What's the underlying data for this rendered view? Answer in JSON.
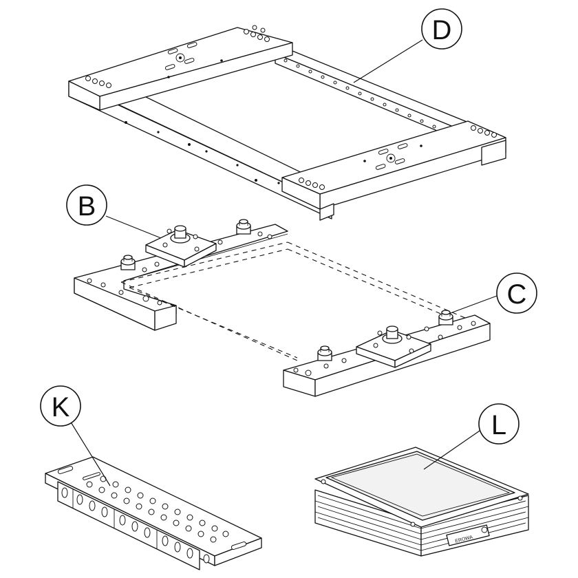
{
  "callouts": [
    {
      "key": "D",
      "label": "D"
    },
    {
      "key": "B",
      "label": "B"
    },
    {
      "key": "C",
      "label": "C"
    },
    {
      "key": "K",
      "label": "K"
    },
    {
      "key": "L",
      "label": "L"
    }
  ],
  "labels": {
    "D": "D",
    "B": "B",
    "C": "C",
    "K": "K",
    "L": "L"
  },
  "brand_mark": "EROWA"
}
